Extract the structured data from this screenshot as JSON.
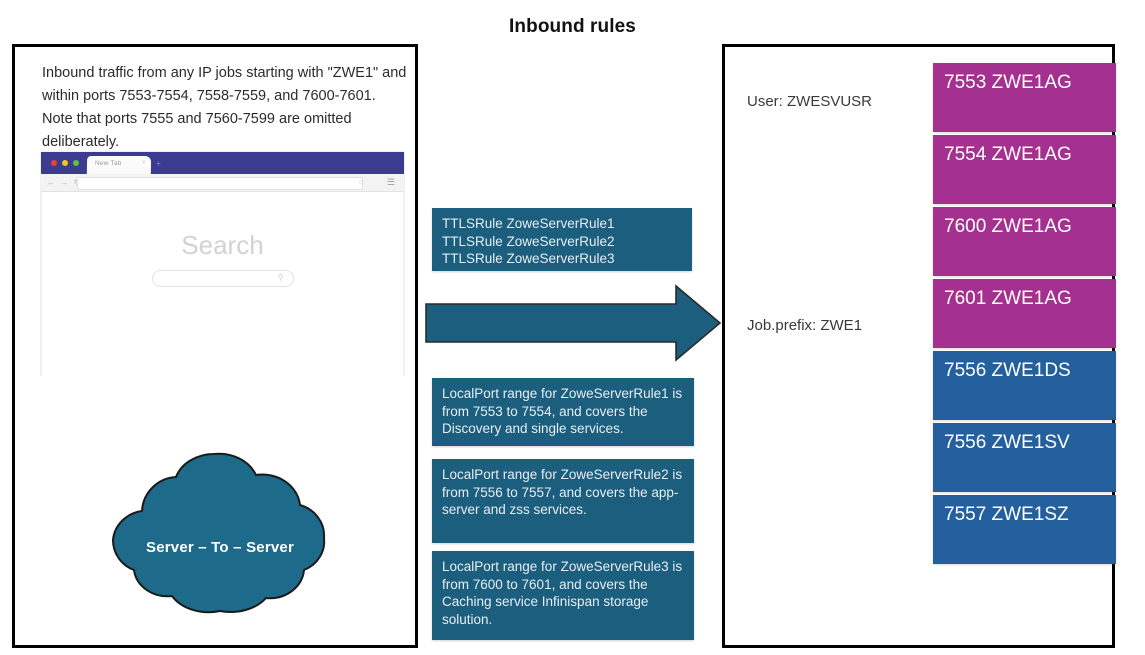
{
  "title": "Inbound rules",
  "colors": {
    "panel_border": "#000000",
    "teal": "#1b5e7e",
    "cloud": "#1d6a8a",
    "magenta": "#a4308f",
    "blue": "#245f9e",
    "browser_titlebar": "#3b3b8f"
  },
  "left_panel": {
    "intro_text": "Inbound traffic from any IP jobs starting with \"ZWE1\" and within ports 7553-7554, 7558-7559, and 7600-7601. Note that ports 7555 and 7560-7599 are omitted deliberately.",
    "browser": {
      "tab_label": "New Tab",
      "tab_close": "×",
      "tab_plus": "+",
      "nav_icons": "← → ↻",
      "url_value": "",
      "star_icon": "☆",
      "hamburger_icon": "☰",
      "search_word": "Search",
      "search_icon": "⚲"
    },
    "cloud_label": "Server – To – Server"
  },
  "middle": {
    "rules_box": "TTLSRule ZoweServerRule1\nTTLSRule ZoweServerRule2\nTTLSRule ZoweServerRule3",
    "rule1_box": "LocalPort range for ZoweServerRule1 is from 7553 to 7554, and covers the Discovery and single services.",
    "rule2_box": "LocalPort range for ZoweServerRule2 is from 7556 to 7557, and covers the app-server and zss services.",
    "rule3_box": "LocalPort range for ZoweServerRule3 is from 7600 to 7601, and covers the Caching service Infinispan storage solution.",
    "arrow_direction": "right"
  },
  "right_panel": {
    "user_label": "User: ZWESVUSR",
    "jobprefix_label": "Job.prefix: ZWE1",
    "rows": [
      {
        "text": "7553 ZWE1AG",
        "color": "#a4308f"
      },
      {
        "text": "7554 ZWE1AG",
        "color": "#a4308f"
      },
      {
        "text": "7600 ZWE1AG",
        "color": "#a4308f"
      },
      {
        "text": "7601 ZWE1AG",
        "color": "#a4308f"
      },
      {
        "text": "7556 ZWE1DS",
        "color": "#245f9e"
      },
      {
        "text": "7556 ZWE1SV",
        "color": "#245f9e"
      },
      {
        "text": "7557 ZWE1SZ",
        "color": "#245f9e"
      }
    ]
  }
}
